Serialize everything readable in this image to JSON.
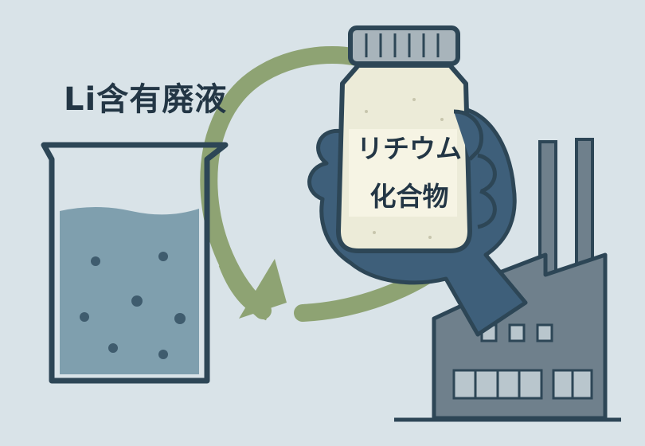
{
  "labels": {
    "waste_liquid": "Li含有廃液",
    "bottle_line1": "リチウム",
    "bottle_line2": "化合物"
  },
  "icons": {
    "beaker": "beaker-icon",
    "bottle": "bottle-icon",
    "hand": "gloved-hand-icon",
    "factory": "factory-icon",
    "cycle": "recycle-arrow-icon"
  },
  "colors": {
    "background": "#d9e3e8",
    "arrow": "#8ea373",
    "liquid": "#7f9fae",
    "outline": "#2d4656",
    "glove": "#3e5f7a",
    "bottle": "#ecebd8",
    "factory": "#6f808c"
  }
}
